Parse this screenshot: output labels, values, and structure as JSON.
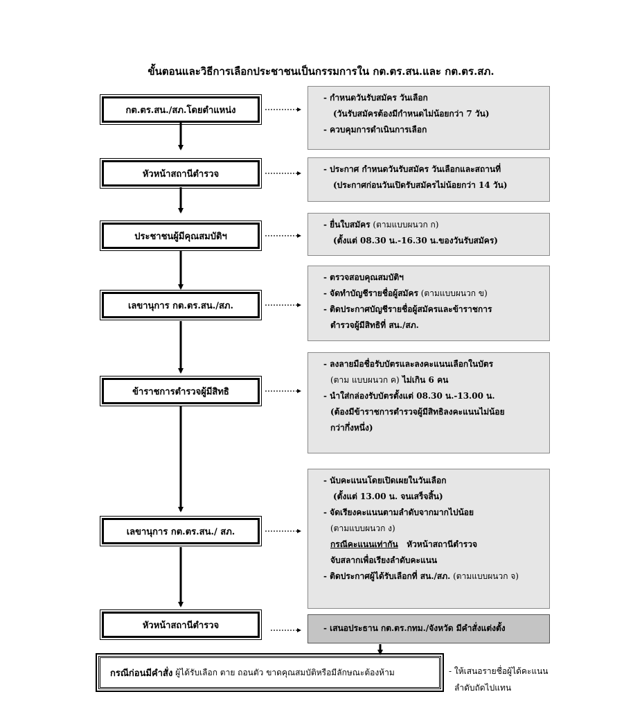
{
  "title": "ขั้นตอนและวิธีการเลือกประชาชนเป็นกรรมการใน กต.ตร.สน.และ กต.ตร.สภ.",
  "steps": [
    {
      "label": "กต.ตร.สน./สภ.โดยตำแหน่ง",
      "note": {
        "l1": "- กำหนดวันรับสมัคร วันเลือก",
        "l2": "(วันรับสมัครต้องมีกำหนดไม่น้อยกว่า 7 วัน)",
        "l3": "- ควบคุมการดำเนินการเลือก"
      }
    },
    {
      "label": "หัวหน้าสถานีตำรวจ",
      "note": {
        "l1": "- ประกาศ กำหนดวันรับสมัคร วันเลือกและสถานที่",
        "l2": "(ประกาศก่อนวันเปิดรับสมัครไม่น้อยกว่า 14 วัน)"
      }
    },
    {
      "label": "ประชาชนผู้มีคุณสมบัติฯ",
      "note": {
        "l1a": "- ยื่นใบสมัคร",
        "l1b": " (ตามแบบผนวก ก)",
        "l2": "(ตั้งแต่ 08.30 น.-16.30 น.ของวันรับสมัคร)"
      }
    },
    {
      "label": "เลขานุการ กต.ตร.สน./สภ.",
      "note": {
        "l1": "- ตรวจสอบคุณสมบัติฯ",
        "l2a": "- จัดทำบัญชีรายชื่อผู้สมัคร",
        "l2b": " (ตามแบบผนวก ข)",
        "l3": "- ติดประกาศบัญชีรายชื่อผู้สมัครและข้าราชการ",
        "l4": "ตำรวจผู้มีสิทธิที่ สน./สภ."
      }
    },
    {
      "label": "ข้าราชการตำรวจผู้มีสิทธิ",
      "note": {
        "l1": "- ลงลายมือชื่อรับบัตรและลงคะแนนเลือกในบัตร",
        "l2a": "(ตาม แบบผนวก ค)",
        "l2b": " ไม่เกิน 6 คน",
        "l3": "- นำใส่กล่องรับบัตรตั้งแต่ 08.30 น.-13.00 น.",
        "l4": "(ต้องมีข้าราชการตำรวจผู้มีสิทธิลงคะแนนไม่น้อย",
        "l5": "กว่ากึ่งหนึ่ง)"
      }
    },
    {
      "label": "เลขานุการ กต.ตร.สน./ สภ.",
      "note": {
        "l1": "- นับคะแนนโดยเปิดเผยในวันเลือก",
        "l2": "(ตั้งแต่ 13.00 น. จนเสร็จสิ้น)",
        "l3": "- จัดเรียงคะแนนตามลำดับจากมากไปน้อย",
        "l4": "(ตามแบบผนวก ง)",
        "l5a": "กรณีคะแนนเท่ากัน",
        "l5b": "   หัวหน้าสถานีตำรวจ",
        "l6": "จับสลากเพื่อเรียงลำดับคะแนน",
        "l7a": "- ติดประกาศผู้ได้รับเลือกที่ สน./สภ.",
        "l7b": " (ตามแบบผนวก จ)"
      }
    },
    {
      "label": "หัวหน้าสถานีตำรวจ",
      "note": {
        "l1": "- เสนอประธาน กต.ตร.กทม./จังหวัด มีคำสั่งแต่งตั้ง"
      }
    }
  ],
  "final": {
    "bold": "กรณีก่อนมีคำสั่ง",
    "rest": " ผู้ได้รับเลือก ตาย ถอนตัว ขาดคุณสมบัติหรือมีลักษณะต้องห้าม",
    "side_l1": "- ให้เสนอรายชื่อผู้ได้คะแนน",
    "side_l2": "ลำดับถัดไปแทน"
  }
}
